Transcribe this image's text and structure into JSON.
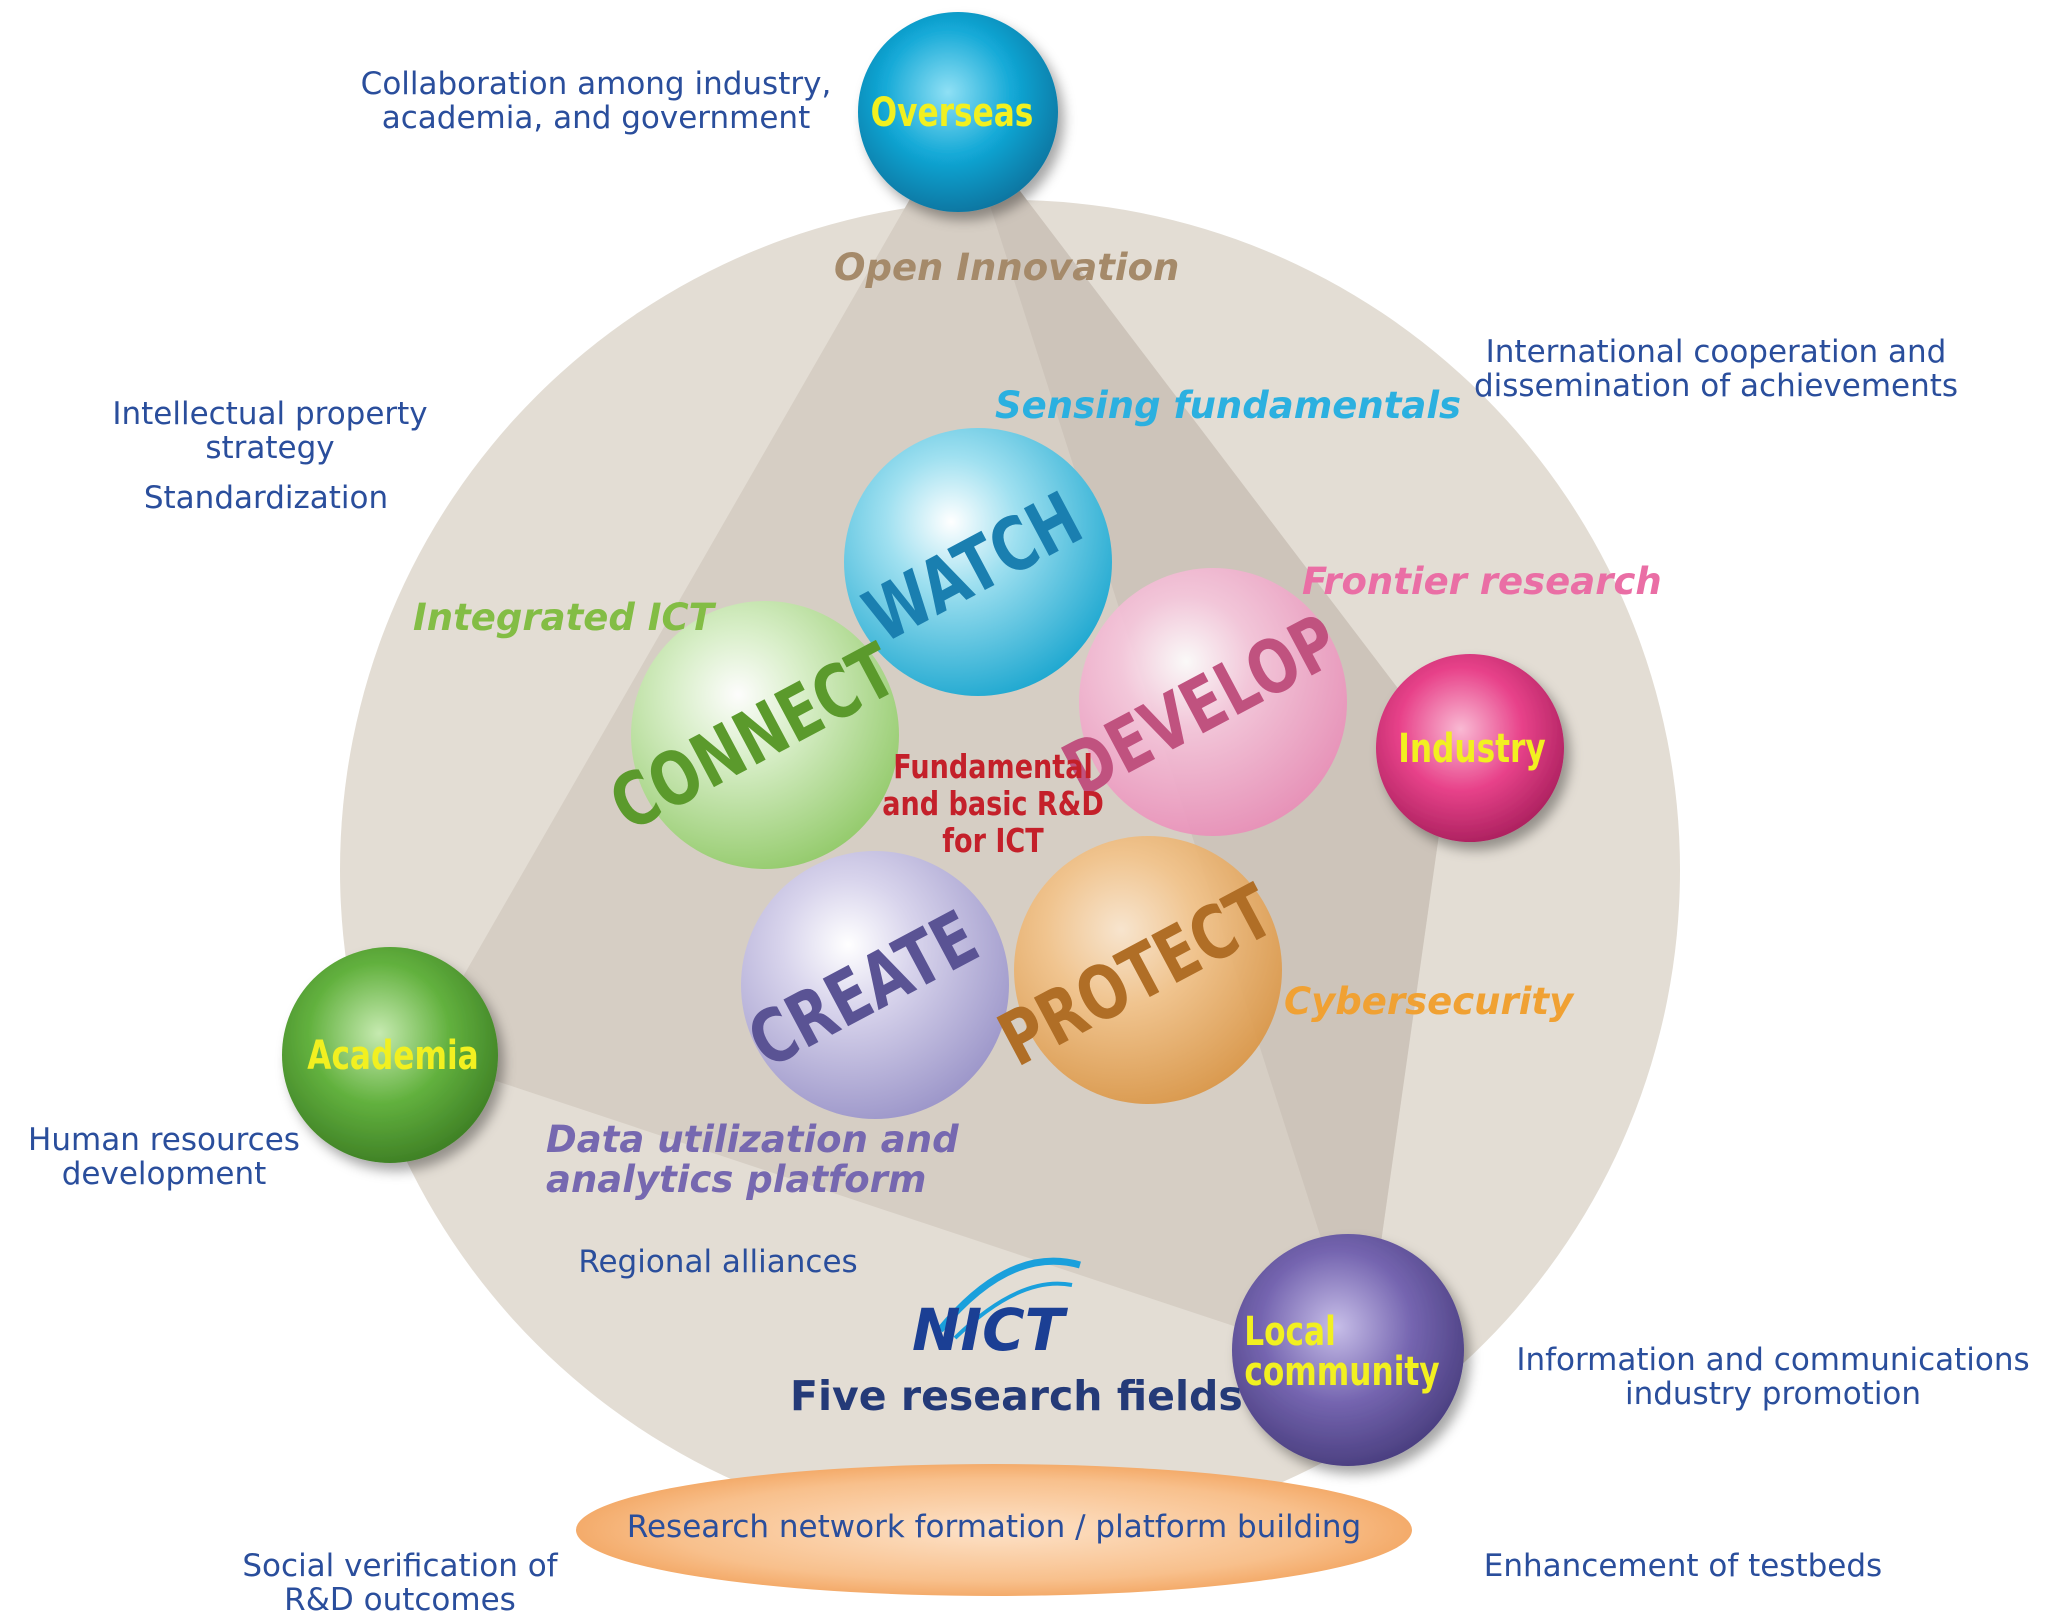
{
  "center_label": [
    "Fundamental",
    "and basic R&D",
    "for ICT"
  ],
  "logo_text": "NICT",
  "five_research_fields": "Five research fields",
  "open_innovation": "Open Innovation",
  "platform_label": "Research network formation / platform building",
  "fields": {
    "watch": {
      "label": "WATCH",
      "caption": "Sensing fundamentals",
      "color": "#3ab9dc"
    },
    "connect": {
      "label": "CONNECT",
      "caption": "Integrated ICT",
      "color": "#7bc043"
    },
    "develop": {
      "label": "DEVELOP",
      "caption": "Frontier research",
      "color": "#ec7fac"
    },
    "create": {
      "label": "CREATE",
      "caption_line1": "Data utilization and",
      "caption_line2": "analytics platform",
      "color": "#7a75b8"
    },
    "protect": {
      "label": "PROTECT",
      "caption": "Cybersecurity",
      "color": "#e9a343"
    }
  },
  "hubs": {
    "overseas": {
      "label": "Overseas",
      "color": "#14a6d4"
    },
    "industry": {
      "label": "Industry",
      "color": "#e5397f"
    },
    "academia": {
      "label": "Academia",
      "color": "#5aa83a"
    },
    "local_community": {
      "label_line1": "Local",
      "label_line2": "community",
      "color": "#6b5ca8"
    }
  },
  "notes": {
    "collaboration": [
      "Collaboration among industry,",
      "academia, and government"
    ],
    "ip_strategy": [
      "Intellectual property",
      "strategy"
    ],
    "standardization": "Standardization",
    "international": [
      "International cooperation and",
      "dissemination of achievements"
    ],
    "human_resources": [
      "Human resources",
      "development"
    ],
    "regional_alliances": "Regional alliances",
    "ict_promotion": [
      "Information and communications",
      "industry promotion"
    ],
    "social_verification": [
      "Social verification of",
      "R&D outcomes"
    ],
    "testbeds": "Enhancement of testbeds"
  }
}
